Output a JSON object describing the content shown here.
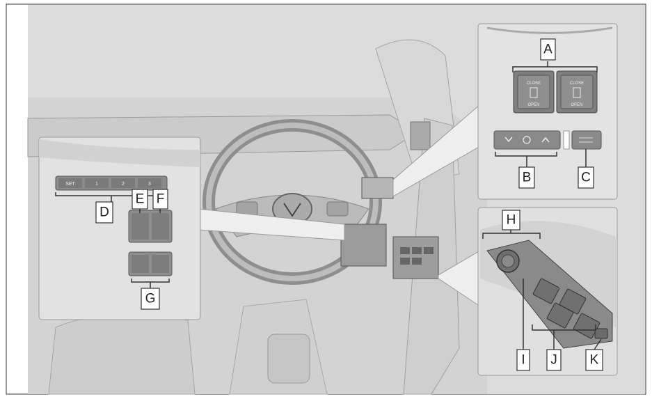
{
  "callouts": {
    "A": "A",
    "B": "B",
    "C": "C",
    "D": "D",
    "E": "E",
    "F": "F",
    "G": "G",
    "H": "H",
    "I": "I",
    "J": "J",
    "K": "K"
  },
  "switches": {
    "door_left_top": "CLOSE",
    "door_left_bottom": "OPEN",
    "door_right_top": "CLOSE",
    "door_right_bottom": "OPEN",
    "memory_set": "SET",
    "memory_1": "1",
    "memory_2": "2",
    "memory_3": "3"
  },
  "colors": {
    "background": "#ffffff",
    "photo_bg": "#dcdcdc",
    "inset_bg": "#e3e3e3",
    "line": "#2b2b2b",
    "panel": "#8a8a8a"
  }
}
